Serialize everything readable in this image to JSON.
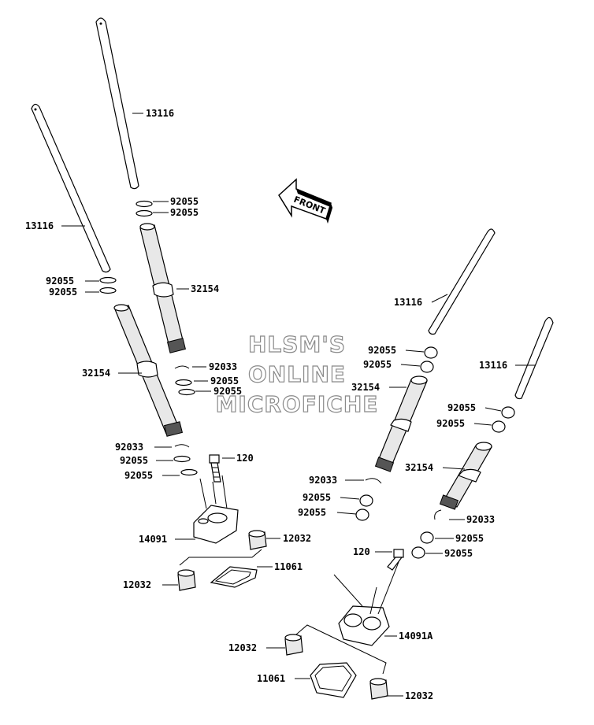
{
  "watermark": {
    "line1": "HLSM'S",
    "line2": "ONLINE",
    "line3": "MICROFICHE"
  },
  "front_label": "FRONT",
  "labels": {
    "pushrod_front_top": "13116",
    "pushrod_front_left": "13116",
    "pushrod_rear_1": "13116",
    "pushrod_rear_2": "13116",
    "oring_a1": "92055",
    "oring_a2": "92055",
    "oring_b1": "92055",
    "oring_b2": "92055",
    "cover_a": "32154",
    "cover_b": "32154",
    "clip_a": "92033",
    "oring_c1": "92055",
    "oring_c2": "92055",
    "clip_b": "92033",
    "oring_d1": "92055",
    "oring_d2": "92055",
    "bolt_a": "120",
    "holder_a": "14091",
    "lifter_a1": "12032",
    "gasket_a": "11061",
    "lifter_a2": "12032",
    "oring_e1": "92055",
    "oring_e2": "92055",
    "cover_c": "32154",
    "oring_f1": "92055",
    "oring_f2": "92055",
    "cover_d": "32154",
    "clip_c": "92033",
    "oring_g1": "92055",
    "oring_g2": "92055",
    "clip_d": "92033",
    "oring_h1": "92055",
    "bolt_b": "120",
    "oring_h2": "92055",
    "holder_b": "14091A",
    "lifter_b1": "12032",
    "gasket_b": "11061",
    "lifter_b2": "12032"
  }
}
